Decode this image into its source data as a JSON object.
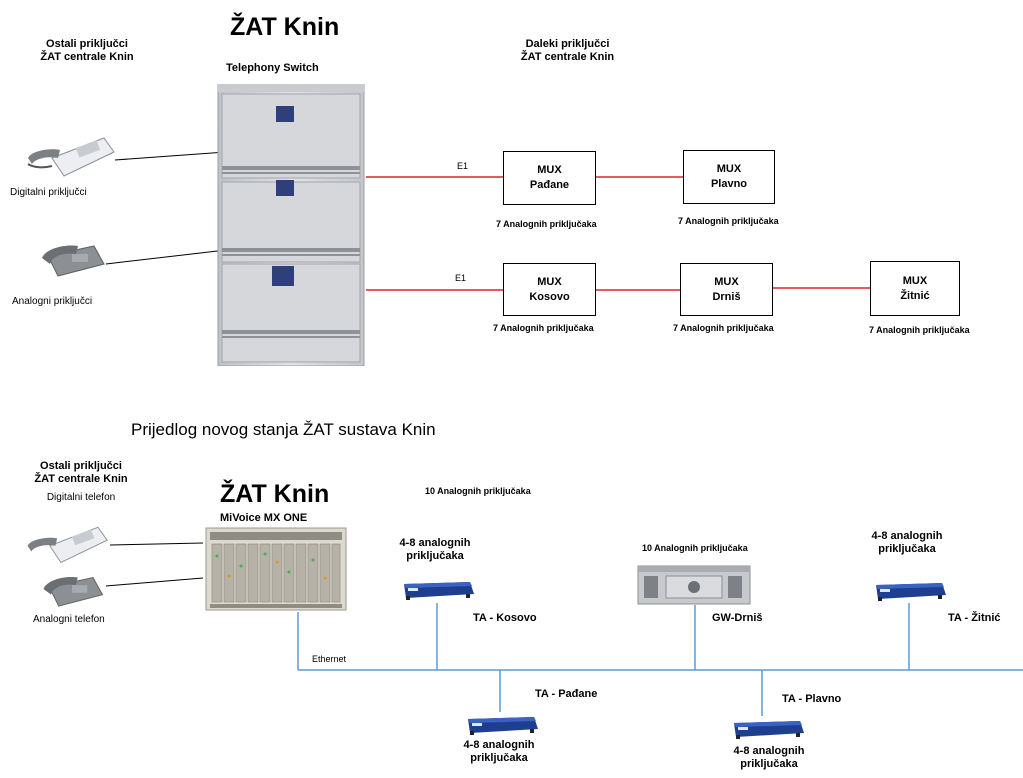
{
  "top": {
    "left_header": [
      "Ostali priključci",
      "ŽAT centrale Knin"
    ],
    "title": "ŽAT Knin",
    "switch_label": "Telephony Switch",
    "right_header": [
      "Daleki priključci",
      "ŽAT centrale Knin"
    ],
    "digital_phone_label": "Digitalni priključci",
    "analog_phone_label": "Analogni priključci",
    "link1": "E1",
    "link2": "E1",
    "mux": [
      {
        "line1": "MUX",
        "line2": "Pađane",
        "ports": "7 Analognih priključaka"
      },
      {
        "line1": "MUX",
        "line2": "Plavno",
        "ports": "7 Analognih priključaka"
      },
      {
        "line1": "MUX",
        "line2": "Kosovo",
        "ports": "7 Analognih priključaka"
      },
      {
        "line1": "MUX",
        "line2": "Drniš",
        "ports": "7 Analognih priključaka"
      },
      {
        "line1": "MUX",
        "line2": "Žitnić",
        "ports": "7 Analognih priključaka"
      }
    ]
  },
  "bottom": {
    "proposal_title": "Prijedlog novog stanja ŽAT sustava Knin",
    "left_header": [
      "Ostali priključci",
      "ŽAT centrale Knin"
    ],
    "digital_phone_label": "Digitalni telefon",
    "analog_phone_label": "Analogni telefon",
    "title": "ŽAT Knin",
    "switch_label": "MiVoice MX ONE",
    "ten_ports_top": "10 Analognih priključaka",
    "ten_ports_gw": "10 Analognih priključaka",
    "ethernet": "Ethernet",
    "kosovo_ports": [
      "4-8 analognih",
      "priključaka"
    ],
    "kosovo_name": "TA - Kosovo",
    "gw_name": "GW-Drniš",
    "zitnic_ports": [
      "4-8 analognih",
      "priključaka"
    ],
    "zitnic_name": "TA - Žitnić",
    "padane_name": "TA - Pađane",
    "padane_ports": [
      "4-8 analognih",
      "priključaka"
    ],
    "plavno_name": "TA - Plavno",
    "plavno_ports": [
      "4-8 analognih",
      "priključaka"
    ]
  },
  "colors": {
    "e1_link": "#d9262c",
    "ethernet": "#5b9bd5",
    "adapter_body": "#1e3f8f",
    "switch_cabinet": "#d7d9dd"
  },
  "icons": [
    "telephone-icon",
    "telephony-switch-cabinet",
    "mivoice-rack",
    "terminal-adapter-icon",
    "gateway-chassis"
  ]
}
